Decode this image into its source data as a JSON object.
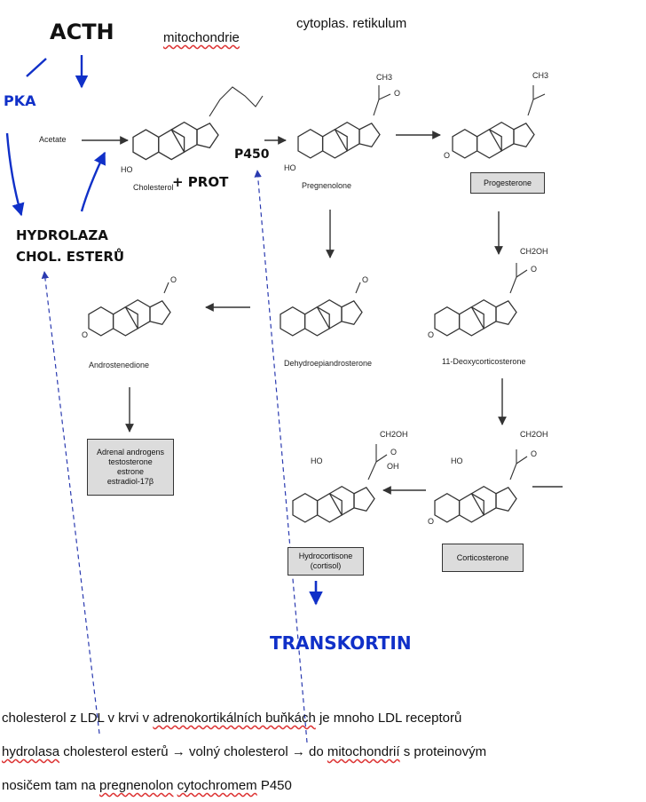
{
  "headers": {
    "mitochondria": "mitochondrie",
    "cytoplasm": "cytoplas. retikulum"
  },
  "handwritten": {
    "acth": "ACTH",
    "pka": "PKA",
    "hydrolase_line1": "HYDROLAZA",
    "hydrolase_line2": "CHOL. ESTERŮ",
    "prot": "+ PROT",
    "p450": "P450",
    "transcortin": "TRANSKORTIN"
  },
  "compounds": {
    "acetate": "Acetate",
    "cholesterol": "Cholesterol",
    "pregnenolone": "Pregnenolone",
    "progesterone": "Progesterone",
    "dhea": "Dehydroepiandrosterone",
    "androstenedione": "Androstenedione",
    "deoxycorticosterone": "11-Deoxycorticosterone",
    "corticosterone": "Corticosterone",
    "cortisol_line1": "Hydrocortisone",
    "cortisol_line2": "(cortisol)"
  },
  "androgens_box": [
    "Adrenal androgens",
    "testosterone",
    "estrone",
    "estradiol-17β"
  ],
  "groups": {
    "ch3": "CH3",
    "ch2oh": "CH2OH",
    "ho": "HO",
    "oh": "OH",
    "o": "O"
  },
  "notes": {
    "line1_a": "cholesterol z LDL v krvi v ",
    "line1_b": "adrenokortikálních buňkách",
    "line1_c": " je mnoho LDL receptorů",
    "line2_a": "hydrolasa",
    "line2_b": " cholesterol esterů → volný cholesterol → do ",
    "line2_c": "mitochondrií",
    "line2_d": " s proteinovým",
    "line3_a": "nosičem tam na ",
    "line3_b": "pregnenolon",
    "line3_c": " ",
    "line3_d": "cytochromem",
    "line3_e": " P450"
  },
  "colors": {
    "ink_blue": "#1030c8",
    "dashed": "#2a3ab0",
    "box_fill": "#dcdcdc"
  }
}
